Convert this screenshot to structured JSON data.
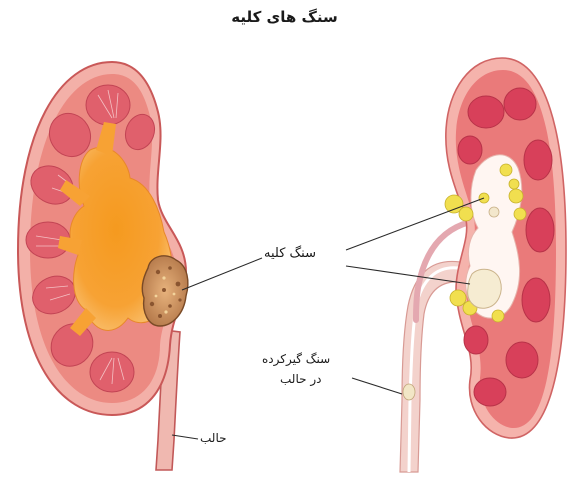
{
  "diagram": {
    "title": "سنگ های کلیه",
    "labels": {
      "kidney_stone": "سنگ کلیه",
      "stuck_stone_line1": "سنگ گیرکرده",
      "stuck_stone_line2": "در حالب",
      "ureter": "حالب"
    },
    "colors": {
      "kidney_outer": "#f2a8a0",
      "kidney_cortex": "#e86f6a",
      "pyramid": "#d8566a",
      "pelvis_left": "#f7a234",
      "stone_yellow": "#f3e05a",
      "stone_brown": "#c9905a",
      "ureter": "#f0c8c4"
    }
  }
}
